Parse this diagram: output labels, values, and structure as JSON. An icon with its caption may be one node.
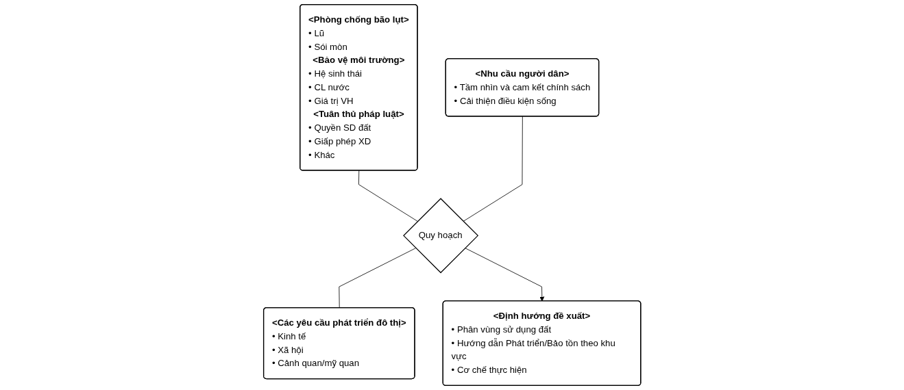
{
  "diagram": {
    "nodes": [
      {
        "text": [
          "<Phòng chống bão lụt>",
          "• Lũ",
          "• Sói mòn",
          "<Bảo vệ môi trường>",
          "• Hệ sinh thái",
          "• CL nước",
          "• Giá trị VH",
          "<Tuân thủ pháp luật>",
          "• Quyền SD đất",
          "• Giấp phép XD",
          "• Khác"
        ]
      },
      {
        "text": [
          "<Nhu cầu người dân>",
          "• Tầm nhìn và cam kết chính sách",
          "• Cải thiện điều kiện sống"
        ]
      },
      {
        "text": [
          "Quy hoạch"
        ]
      },
      {
        "text": [
          "<Các yêu cầu phát triển đô thị>",
          "• Kinh tế",
          "• Xã hội",
          "• Cảnh quan/mỹ quan"
        ]
      },
      {
        "text": [
          "<Định hướng đề xuất>",
          "• Phân vùng sử dụng đất",
          "• Hướng dẫn Phát triển/Bảo tồn theo khu vực",
          "• Cơ chế thực hiện"
        ]
      }
    ],
    "edges": [
      {
        "from": 0,
        "to": 2,
        "arrow": "none"
      },
      {
        "from": 1,
        "to": 2,
        "arrow": "none"
      },
      {
        "from": 2,
        "to": 3,
        "arrow": "none"
      },
      {
        "from": 2,
        "to": 4,
        "arrow": "to"
      }
    ]
  }
}
